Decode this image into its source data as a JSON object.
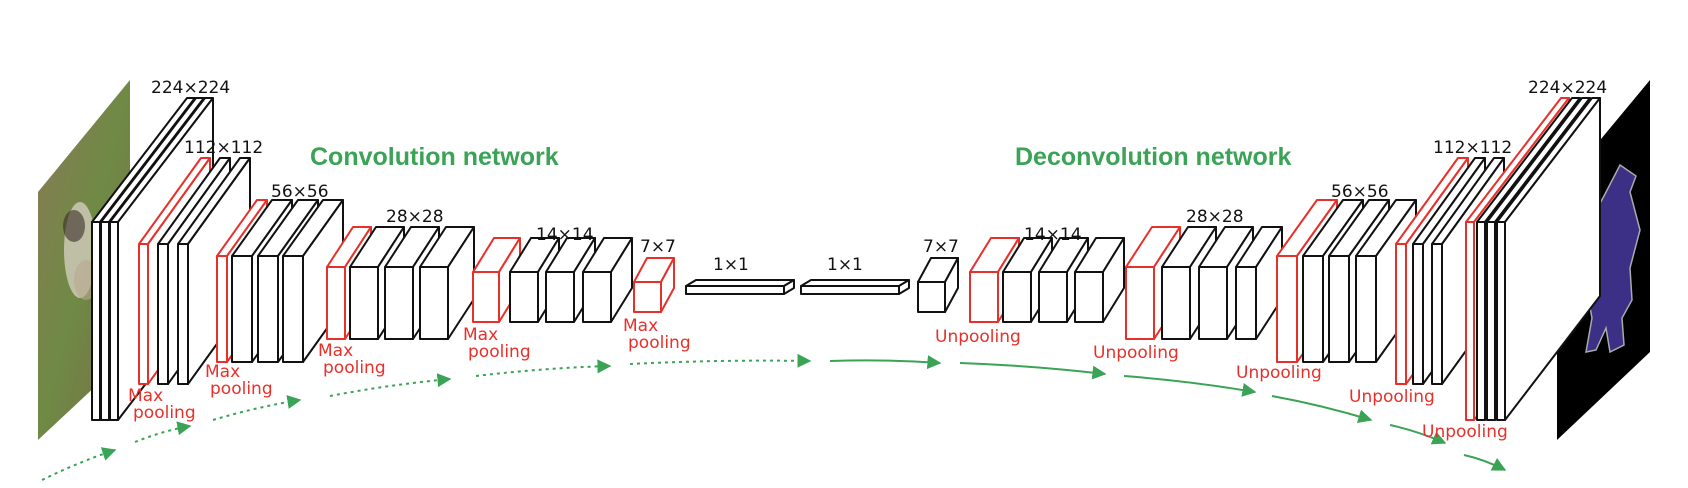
{
  "encoder_title": "Convolution network",
  "decoder_title": "Deconvolution network",
  "sizes": {
    "enc_224": "224×224",
    "enc_112": "112×112",
    "enc_56": "56×56",
    "enc_28": "28×28",
    "enc_14": "14×14",
    "enc_7": "7×7",
    "fc1": "1×1",
    "fc2": "1×1",
    "dec_7": "7×7",
    "dec_14": "14×14",
    "dec_28": "28×28",
    "dec_56": "56×56",
    "dec_112": "112×112",
    "dec_224": "224×224"
  },
  "ops": {
    "pool_word1": "Max",
    "pool_word2": "pooling",
    "unpool": "Unpooling"
  },
  "colors": {
    "title": "#3aa356",
    "pooling": "#e8302a",
    "arrow": "#3aa356",
    "mask_fill": "#3b2f86"
  },
  "images": {
    "input": "input photo of a dog on grass",
    "output": "segmentation mask of the dog on black background"
  }
}
